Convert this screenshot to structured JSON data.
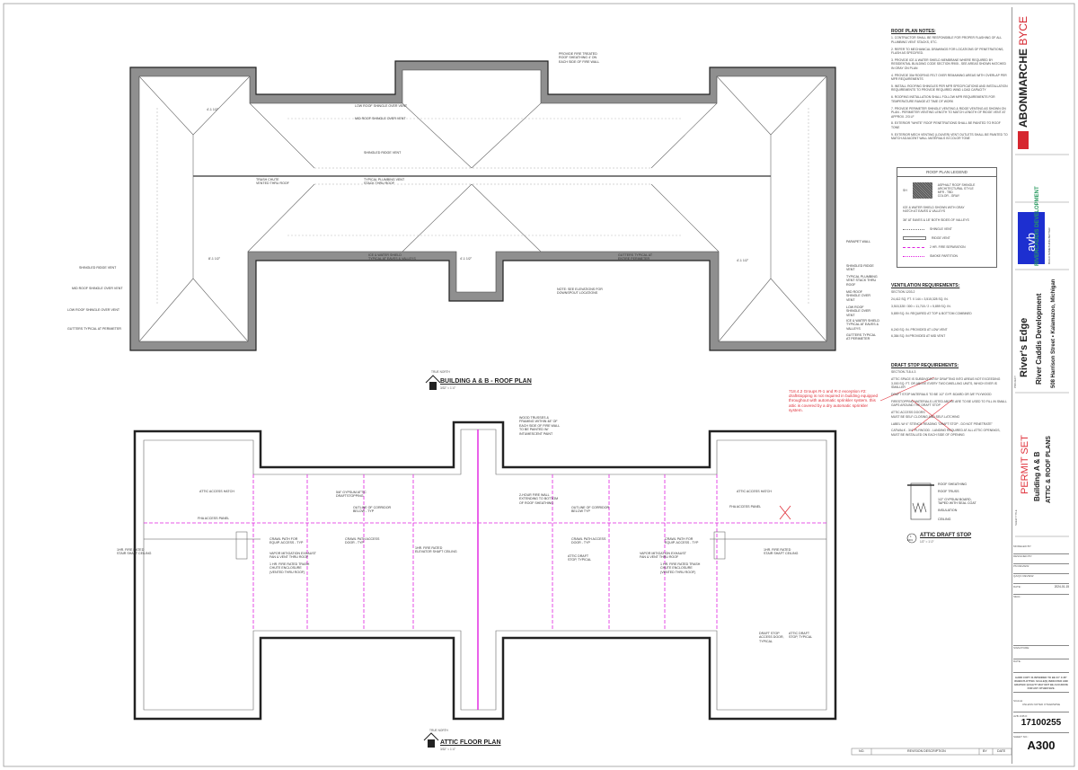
{
  "roof_plan": {
    "title": "BUILDING A & B - ROOF PLAN",
    "scale": "3/32\" = 1'-0\"",
    "north_label": "TRUE NORTH",
    "labels": [
      "PROVIDE FIRE TREATED\nROOF SHEATHING 4' ON\nEACH SIDE OF FIRE WALL",
      "LOW ROOF SHINGLE OVER VENT",
      "MID ROOF SHINGLE OVER VENT",
      "SHINGLED RIDGE VENT",
      "TYPICAL PLUMBING VENT\nSTACK THRU ROOF",
      "TRASH CHUTE\nVENTED THRU ROOF",
      "ICE & WATER SHIELD\nTYPICAL AT EAVES & VALLEYS",
      "GUTTERS TYPICAL AT\nENTIRE PERIMETER",
      "NOTE: SEE ELEVATIONS FOR\nDOWNSPOUT LOCATIONS",
      "PARAPET WALL",
      "SHINGLED RIDGE VENT",
      "TYPICAL PLUMBING VENT STACK THRU ROOF",
      "MID ROOF SHINGLE OVER VENT",
      "LOW ROOF SHINGLE OVER VENT",
      "ICE & WATER SHIELD TYPICAL AT EAVES & VALLEYS",
      "GUTTERS TYPICAL AT PERIMETER"
    ],
    "dimensions": [
      "4'-1 1/2\"",
      "8'-1 1/2\"",
      "4'-1 1/2\"",
      "4'-1 1/2\""
    ]
  },
  "attic_plan": {
    "title": "ATTIC FLOOR PLAN",
    "scale": "3/32\" = 1'-0\"",
    "north_label": "TRUE NORTH",
    "labels": [
      "WOOD TRUSSES &\nFRAMING WITHIN 48\" OF\nEACH SIDE OF FIRE WALL\nTO BE PAINTED W/\nINTUMESCENT PAINT",
      "ATTIC ACCESS HATCH",
      "5/8\" GYPSUM ATTIC\nDRAFTSTOPPING",
      "OUTLINE OF CORRIDOR\nBELOW - TYP",
      "2-HOUR FIRE WALL\nEXTENDING TO BOTTOM\nOF ROOF SHEATHING",
      "OUTLINE OF CORRIDOR\nBELOW TYP",
      "ATTIC ACCESS HATCH",
      "CRAWL PATH FOR\nEQUIP. ACCESS - TYP",
      "VAPOR MITIGATION EXHAUST\nFAN & VENT THRU ROOF",
      "1 HR. FIRE RATED TRASH\nCHUTE ENCLOSURE\n(VENTED THRU ROOF)",
      "CRAWL PATH ACCESS\nDOOR - TYP",
      "1HR. FIRE RATED\nELEVATOR SHAFT CEILING",
      "ATTIC DRAFT\nSTOP, TYPICAL",
      "1HR. FIRE RATED\nSTAIR SHAFT CEILING",
      "DRAFT STOP\nACCESS DOOR,\nTYPICAL",
      "FHA ACCESS PANEL"
    ]
  },
  "detail": {
    "number": "1",
    "sheet": "A301",
    "title": "ATTIC DRAFT STOP",
    "scale": "1/2\" = 1'-0\"",
    "labels": [
      "ROOF SHEATHING",
      "ROOF TRUSS",
      "1/2\" GYPSUM BOARD,\nTAPED WITH SEAL COAT",
      "INSULATION",
      "CEILING"
    ]
  },
  "roof_plan_notes": {
    "heading": "ROOF PLAN NOTES:",
    "items": [
      "1. CONTRACTOR SHALL BE RESPONSIBLE FOR PROPER FLASHING OF ALL PLUMBING VENT STACKS, ETC.",
      "2. REFER TO MECHANICAL DRAWINGS FOR LOCATIONS OF PENETRATIONS, FLASH AS SPECIFIED.",
      "3. PROVIDE ICE & WATER SHIELD MEMBRANE WHERE REQUIRED BY RESIDENTIAL BUILDING CODE SECTION R905 - SEE AREAS SHOWN HATCHED IN GRAY ON PLAN",
      "4. PROVIDE 30# ROOFING FELT OVER REMAINING AREAS WITH OVERLAP PER MFR REQUIREMENTS",
      "5. INSTALL ROOFING SHINGLES PER MFR SPECIFICATIONS AND INSTALLATION REQUIREMENTS TO PROVIDE REQUIRED WIND LOAD CAPACITY",
      "6. ROOFING INSTALLATION SHALL FOLLOW MFR REQUIREMENTS FOR TEMPERATURE RANGE AT TIME OF WORK",
      "7. PROVIDE PERIMETER SHINGLE VENTING & RIDGE VENTING AS SHOWN ON PLAN - PERIMETER VENTING LENGTH TO MATCH LENGTH OF RIDGE VENT AT APPROX. 2/3 LF",
      "8. EXTERIOR \"WHITE\" ROOF PENETRATIONS SHALL BE PAINTED TO ROOF TONE",
      "9. EXTERIOR MECH VENTING (LOUVER) VENT OUTLETS SHALL BE PAINTED TO MATCH ADJACENT WALL MATERIALS IN COLOR TONE"
    ]
  },
  "legend": {
    "heading": "ROOF PLAN LEGEND",
    "shingle_tag": "SH",
    "shingle_desc": "ASPHALT ROOF SHINGLE\nARCHITECTURAL STYLE\nMFR - TBD\nCOLOR - GRAY",
    "ice_water": "ICE & WATER SHIELD SHOWN WITH GRAY\nHATCH AT EAVES & VALLEYS",
    "extent": "36\" AT EAVES & 18\" BOTH SIDES OF VALLEYS",
    "items": [
      "SHINGLE VENT",
      "RIDGE VENT",
      "2 HR. FIRE SEPARATION",
      "SMOKE PARTITION"
    ]
  },
  "ventilation": {
    "heading": "VENTILATION REQUIREMENTS:",
    "items": [
      "SECTION 1203.2",
      "24,412 SQ. FT. X 144 = 3,515,328 SQ. IN.",
      "3,515,328 / 300 = 11,718 / 2 = 5,859 SQ. IN.",
      "5,859 SQ. IN. REQUIRED AT TOP & BOTTOM COMBINED",
      "",
      "6,240 SQ. IN. PROVIDED AT LOW VENT",
      "6,384 SQ. IN PROVIDED AT MID VENT"
    ]
  },
  "draft_stop": {
    "heading": "DRAFT STOP REQUIREMENTS:",
    "items": [
      "SECTION 718.4.3",
      "ATTIC SPACE IS SUBDIVIDED BY DRAFTING INTO AREAS NOT EXCEEDING 3,000 SQ. FT. OR ABOVE EVERY TWO DWELLING UNITS, WHICH EVER IS SMALLER",
      "DRAFT STOP MATERIALS TO BE 1/2\" GYP. BOARD OR 3/8\" PLYWOOD",
      "FIRESTOPPING MATERIALS LISTED ABOVE ARE TO BE USED TO FILL IN SMALL GAPS AROUND THE DRAFT STOP",
      "ATTIC ACCESS DOORS\nMUST BE SELF-CLOSING AND SELF-LATCHING",
      "LABEL W/ 4\" STENCIL READING \"DRAFT STOP - DO NOT PENETRATE\"",
      "CATWALK - 3/4\" PLYWOOD - LANDING REQUIRED AT ALL ATTIC OPENINGS, MUST BE INSTALLED ON EACH SIDE OF OPENING"
    ]
  },
  "markup_note": "718.4.2 Groups R-1 and R-2 exception #2: draftstopping is not required in building equipped throughout with automatic sprinkler system. this attic is covered by a dry automatic sprinkler system.",
  "title_block": {
    "firm1": "ABONMARCHE",
    "firm1b": "BYCE",
    "firm2": "avb",
    "firm2_tag": "BUILD SOMETHING BETTER",
    "client_logo": "RIVERCADDIS DEVELOPMENT",
    "project_label": "PROJECT",
    "project_name": "River's Edge",
    "developer": "River Caddis Development",
    "address": "508 Harrison Street • Kalamazoo, Michigan",
    "set_name": "PERMIT SET",
    "building": "Building A & B",
    "sheet_title": "ATTIC & ROOF PLANS",
    "sheet_title_label": "SHEET TITLE",
    "fields": [
      {
        "label": "MODELED BY:",
        "value": ""
      },
      {
        "label": "DESIGNED BY:",
        "value": ""
      },
      {
        "label": "PM REVIEW:",
        "value": ""
      },
      {
        "label": "QA/QC REVIEW:",
        "value": ""
      },
      {
        "label": "DATE:",
        "value": "2024-01-15"
      },
      {
        "label": "SEAL:",
        "value": ""
      },
      {
        "label": "SIGNATURE:",
        "value": ""
      },
      {
        "label": "DATE:",
        "value": ""
      }
    ],
    "hard_copy_note": "HARD COPY IS INTENDED TO BE 24\" X 36\" WHEN PLOTTED. SCALE(S) INDICATED AND GRAPHIC QUALITY MAY NOT BE ACCURATE FOR ANY OTHER SIZE.",
    "scale_label": "SCALE:",
    "scale_value": "UNLESS NOTED OTHERWISE",
    "job_label": "AVB JOB #:",
    "job_number": "17100255",
    "sheet_no_label": "SHEET NO.:",
    "sheet_number": "A300"
  },
  "revision_table": {
    "columns": [
      "NO.",
      "REVISION DESCRIPTION",
      "BY",
      "DATE"
    ]
  },
  "colors": {
    "line": "#333333",
    "roof_fill": "#9a9a9a",
    "fire_separation": "#e020e0",
    "markup_red": "#e0303a",
    "avb_blue": "#1d2fd0",
    "brand_red": "#d6262f"
  }
}
